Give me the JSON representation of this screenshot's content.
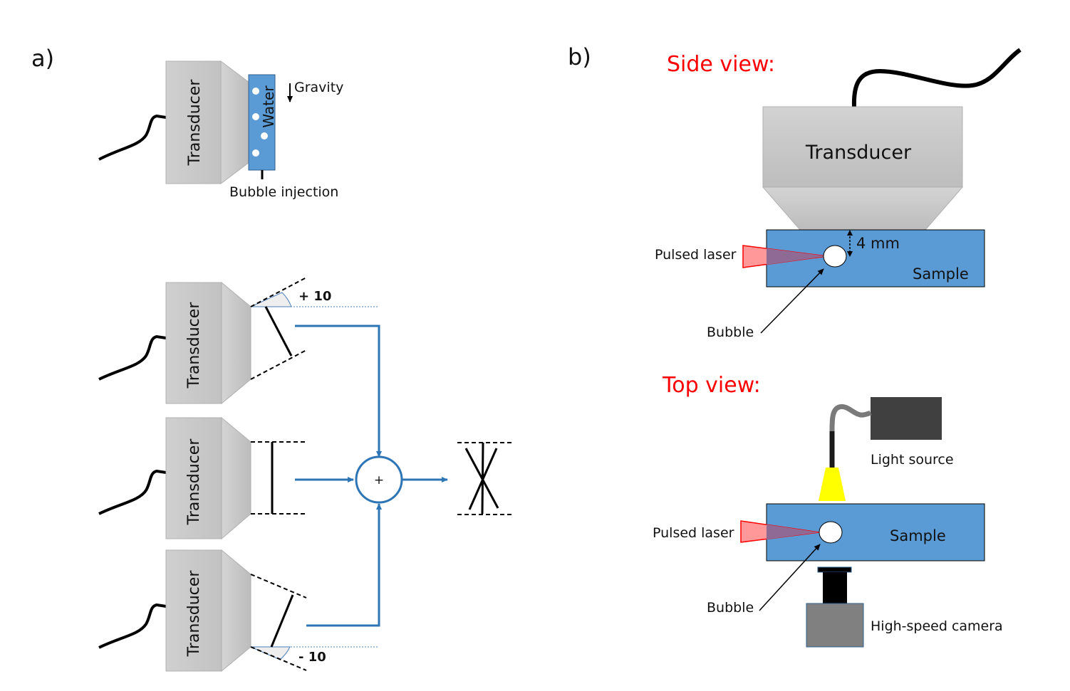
{
  "panel_a": {
    "label": "a)",
    "setup": {
      "transducer_label": "Transducer",
      "water_label": "Water",
      "gravity_label": "Gravity",
      "bubble_injection_label": "Bubble injection"
    },
    "compounding": {
      "transducer_label": "Transducer",
      "angle_plus_label": "+ 10",
      "angle_minus_label": "- 10",
      "sum_symbol": "+"
    }
  },
  "panel_b": {
    "label": "b)",
    "side_view": {
      "title": "Side view:",
      "transducer_label": "Transducer",
      "pulsed_laser_label": "Pulsed laser",
      "distance_label": "4 mm",
      "sample_label": "Sample",
      "bubble_label": "Bubble"
    },
    "top_view": {
      "title": "Top view:",
      "light_source_label": "Light source",
      "pulsed_laser_label": "Pulsed laser",
      "sample_label": "Sample",
      "bubble_label": "Bubble",
      "camera_label": "High-speed camera"
    }
  },
  "colors": {
    "title_red": "#ff0000",
    "sample_blue": "#5b9bd5",
    "flow_blue": "#2e75b6",
    "laser_red": "#ff9999",
    "light_yellow": "#ffff00",
    "transducer_gray": "#c8c8c8",
    "light_source_dark": "#404040",
    "camera_gray": "#808080"
  }
}
